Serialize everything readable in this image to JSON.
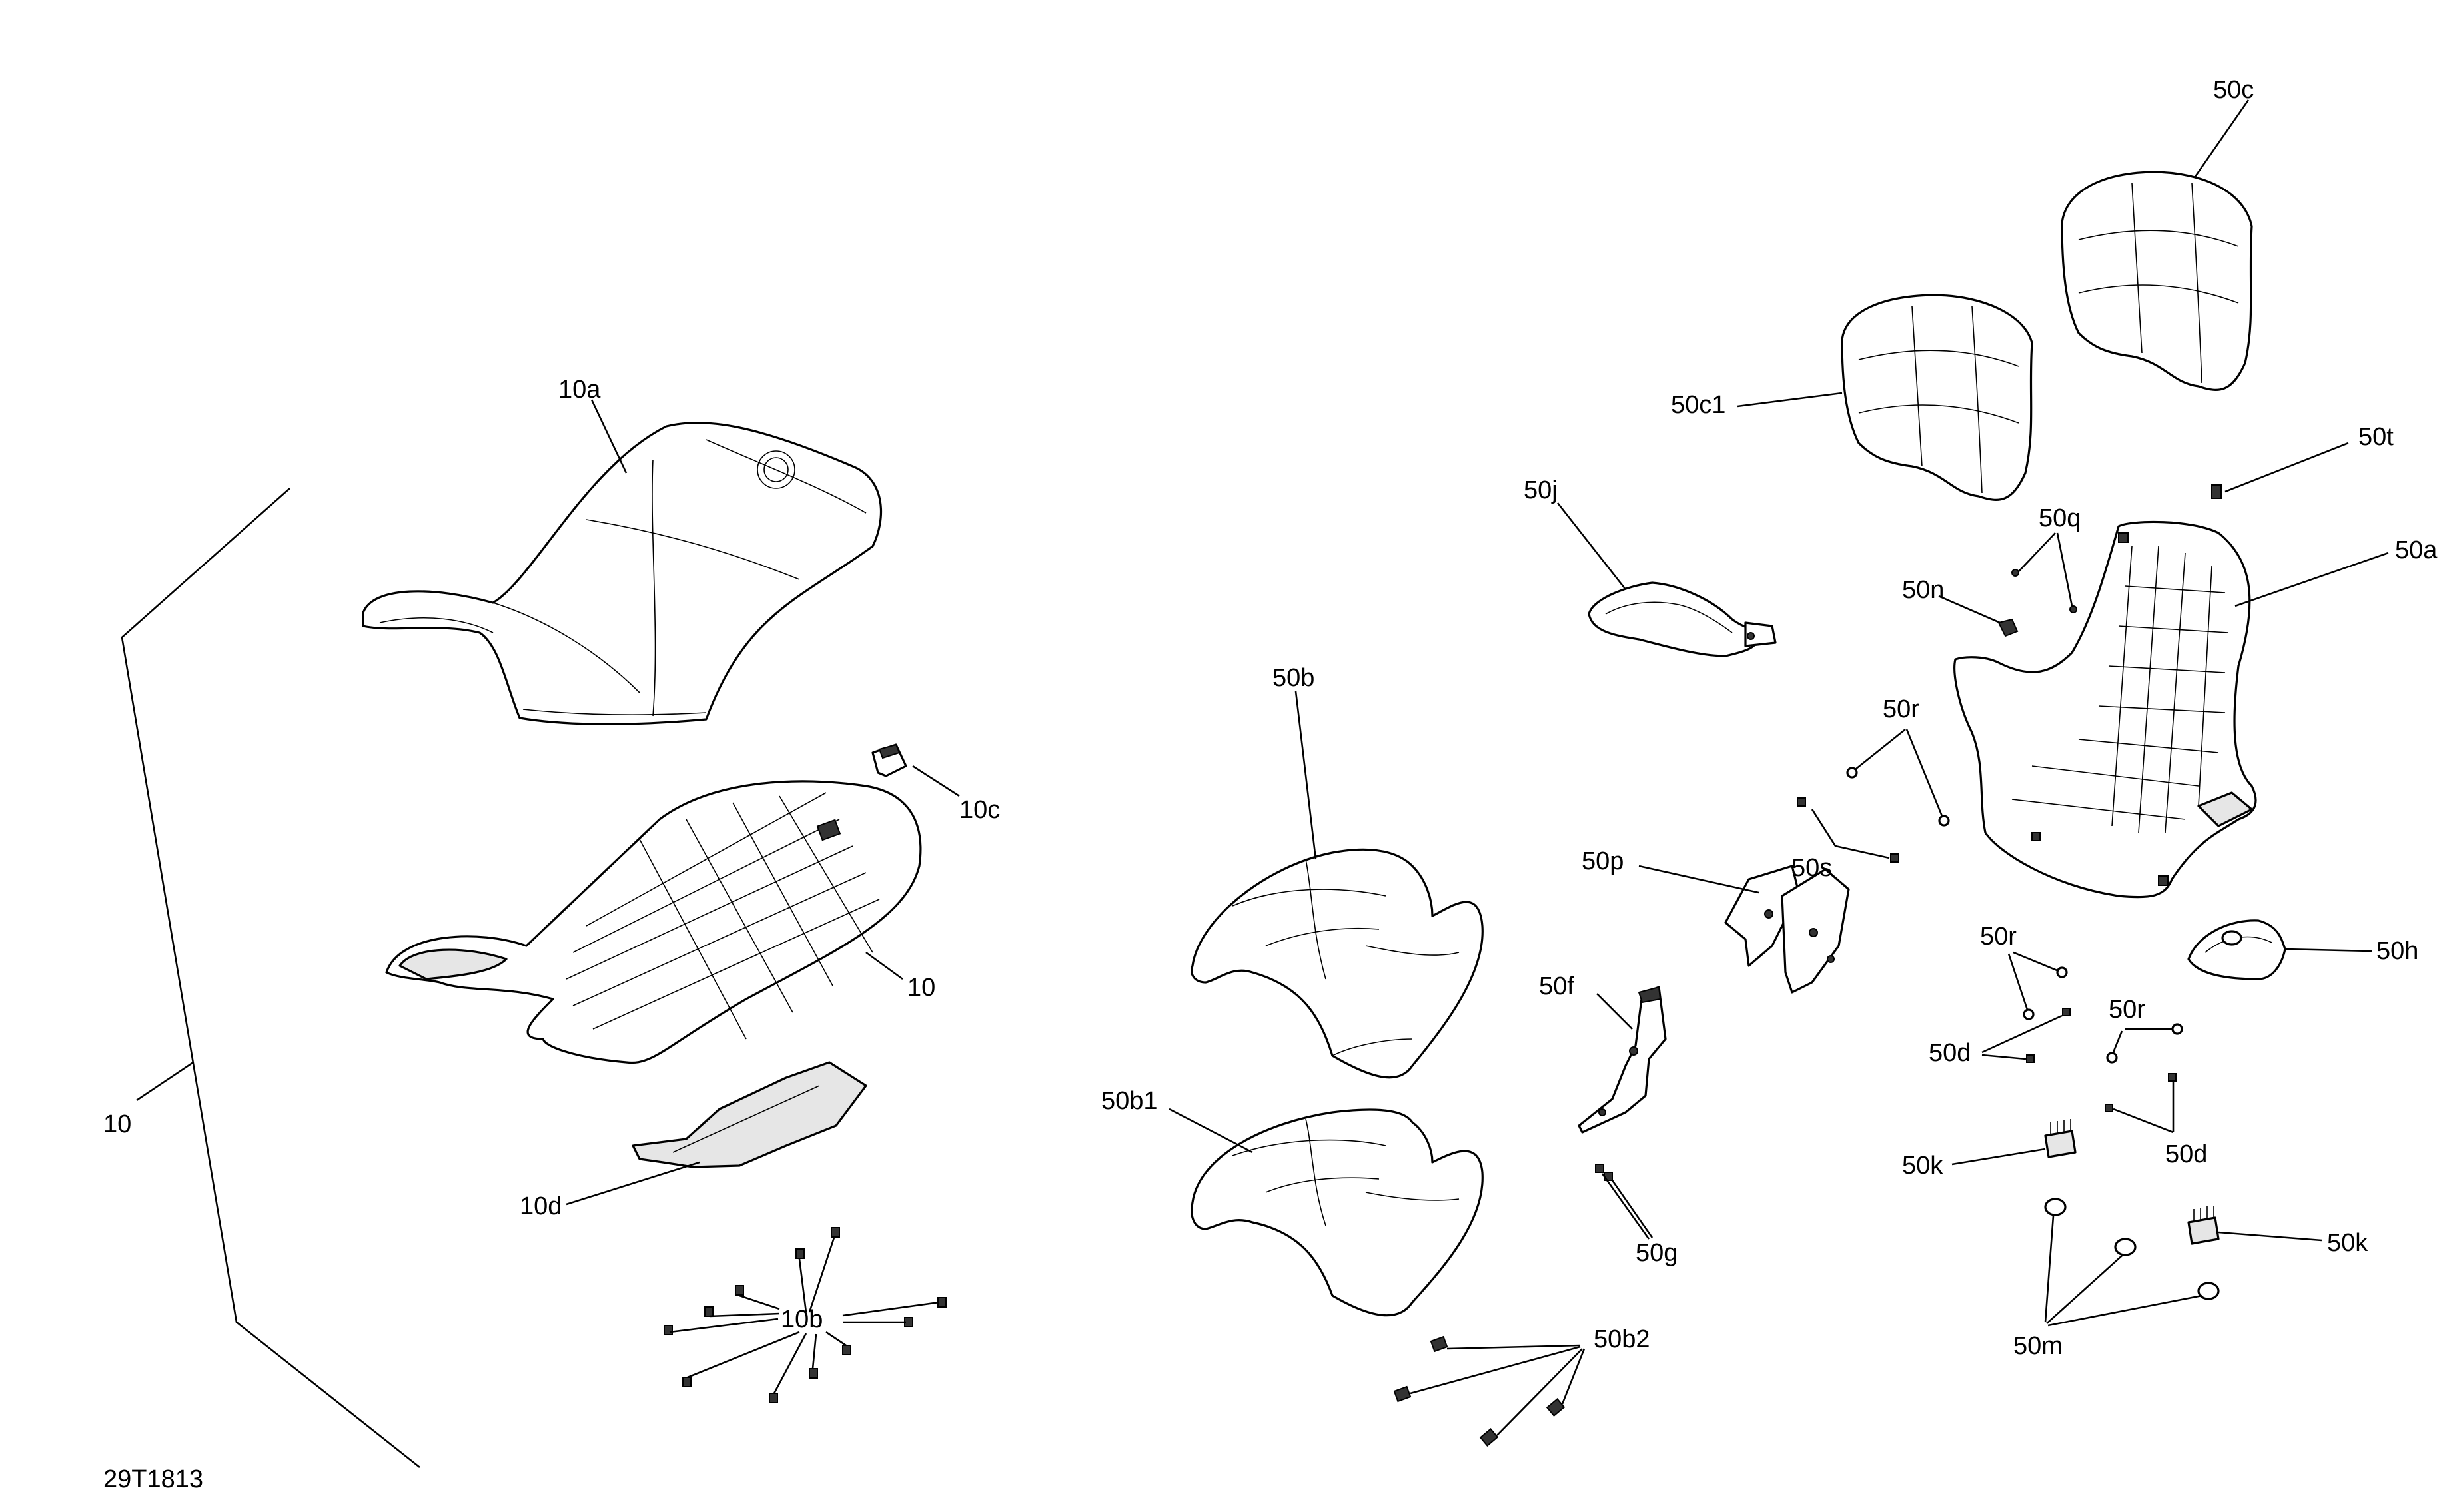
{
  "drawing_number": "29T1813",
  "callouts": {
    "c10_bracket": "10",
    "c10a": "10a",
    "c10": "10",
    "c10b": "10b",
    "c10c": "10c",
    "c10d": "10d",
    "c50a": "50a",
    "c50b": "50b",
    "c50b1": "50b1",
    "c50b2": "50b2",
    "c50c": "50c",
    "c50c1": "50c1",
    "c50d_left": "50d",
    "c50d_right": "50d",
    "c50f": "50f",
    "c50g": "50g",
    "c50h": "50h",
    "c50j": "50j",
    "c50k_left": "50k",
    "c50k_right": "50k",
    "c50m": "50m",
    "c50n": "50n",
    "c50p": "50p",
    "c50q": "50q",
    "c50r_top": "50r",
    "c50r_mid": "50r",
    "c50r_right": "50r",
    "c50s": "50s",
    "c50t": "50t"
  },
  "colors": {
    "line": "#000000",
    "background": "#ffffff",
    "shade": "#e6e6e6"
  }
}
